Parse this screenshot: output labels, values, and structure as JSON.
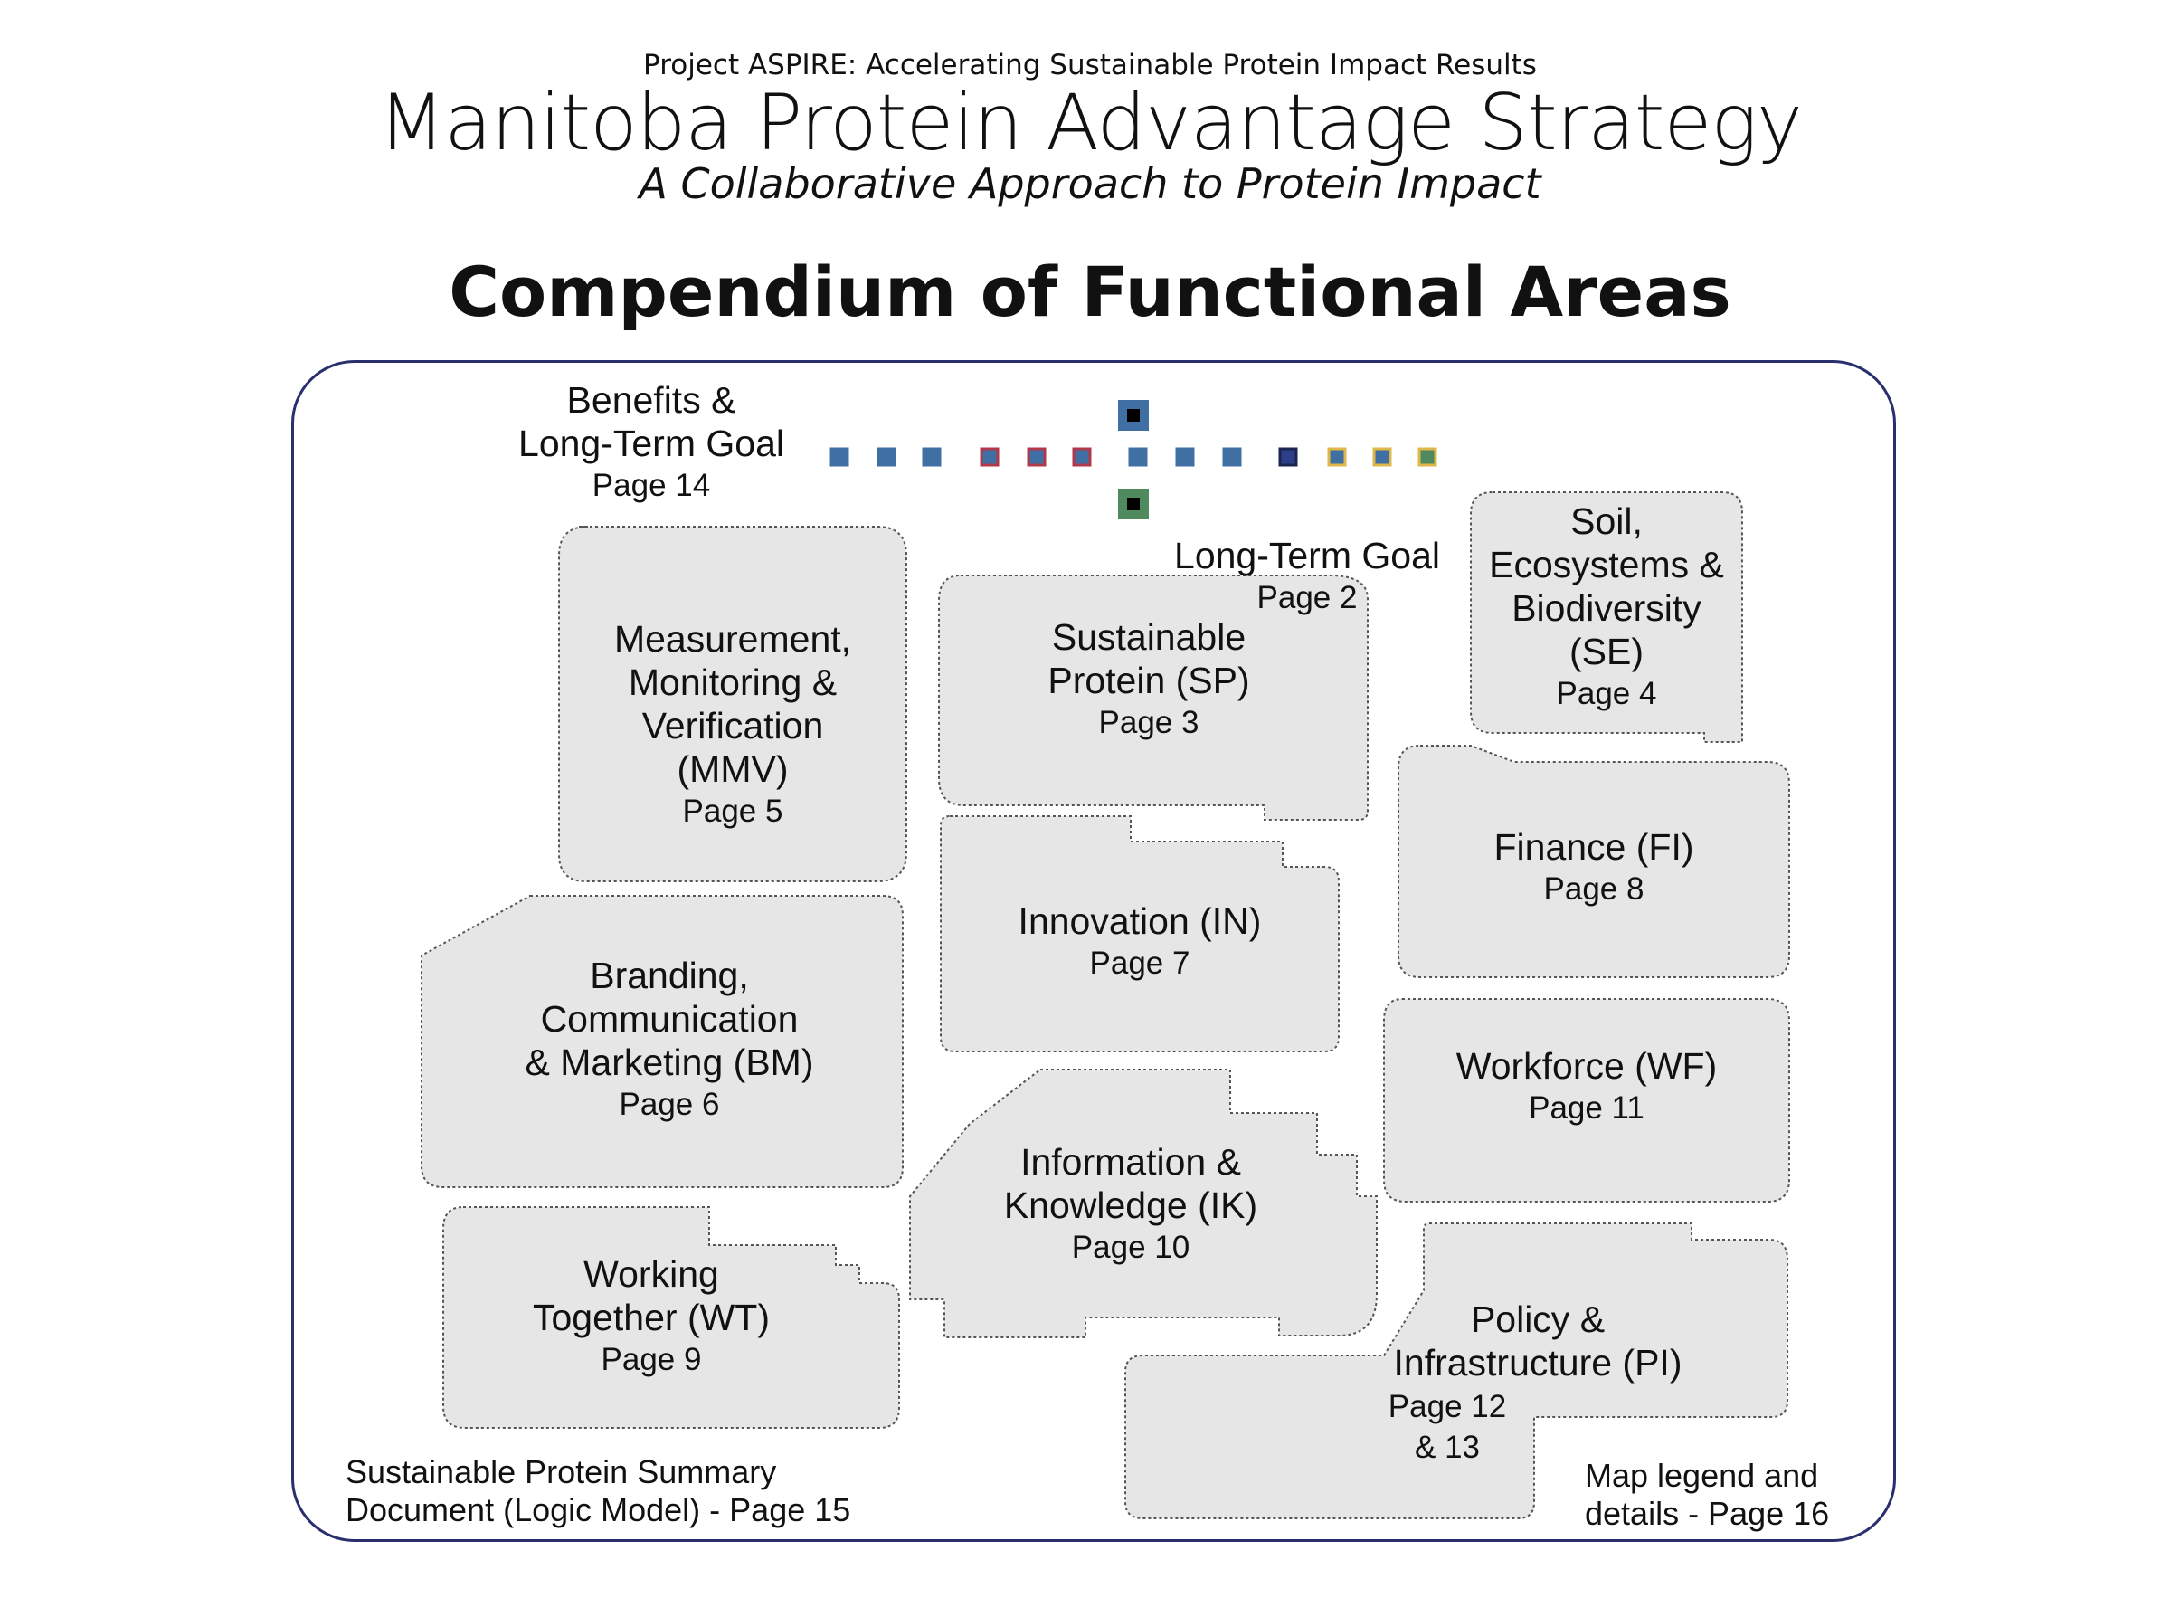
{
  "header": {
    "supertitle": "Project ASPIRE: Accelerating Sustainable Protein Impact Results",
    "title": "Manitoba Protein Advantage Strategy",
    "subtitle": "A Collaborative Approach to Protein Impact",
    "compendium": "Compendium of Functional Areas"
  },
  "colors": {
    "frame": "#2a2f6e",
    "region_fill": "#e6e6e6",
    "region_stroke": "#555555",
    "marker_blue": "#3f6fa3",
    "marker_dark_blue": "#2d3f88",
    "marker_red_outline": "#b0384a",
    "marker_gold_outline": "#e0b84a",
    "marker_green": "#4e8a5e"
  },
  "benefits": {
    "title": "Benefits &\nLong-Term Goal",
    "page": "Page 14"
  },
  "goal": {
    "title": "Long-Term Goal",
    "page": "Page 2"
  },
  "areas": {
    "mmv": {
      "title": "Measurement,\nMonitoring &\nVerification\n(MMV)",
      "page": "Page 5"
    },
    "sp": {
      "title": "Sustainable\nProtein (SP)",
      "page": "Page 3"
    },
    "se": {
      "title": "Soil,\nEcosystems &\nBiodiversity\n(SE)",
      "page": "Page 4"
    },
    "fi": {
      "title": "Finance (FI)",
      "page": "Page 8"
    },
    "in": {
      "title": "Innovation (IN)",
      "page": "Page 7"
    },
    "bm": {
      "title": "Branding,\nCommunication\n& Marketing (BM)",
      "page": "Page 6"
    },
    "wf": {
      "title": "Workforce (WF)",
      "page": "Page 11"
    },
    "ik": {
      "title": "Information &\nKnowledge (IK)",
      "page": "Page 10"
    },
    "wt": {
      "title": "Working\nTogether (WT)",
      "page": "Page 9"
    },
    "pi": {
      "title": "Policy &\nInfrastructure (PI)",
      "page": "Page 12\n& 13"
    }
  },
  "notes": {
    "summary": "Sustainable Protein Summary\nDocument (Logic Model) - Page 15",
    "legend": "Map legend and\ndetails - Page 16"
  }
}
